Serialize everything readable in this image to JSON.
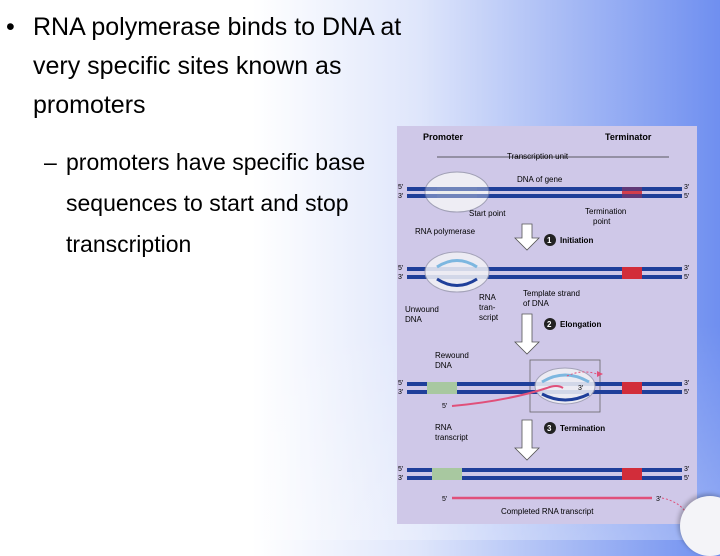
{
  "slide": {
    "bullet_main": "RNA polymerase binds to DNA at very specific sites known as promoters",
    "bullet_sub": "promoters have specific base sequences to start and stop transcription"
  },
  "figure": {
    "labels": {
      "promoter": "Promoter",
      "terminator": "Terminator",
      "transcription_unit": "Transcription unit",
      "dna_of_gene": "DNA of gene",
      "start_point": "Start point",
      "termination_point_line1": "Termination",
      "termination_point_line2": "point",
      "rna_polymerase": "RNA polymerase",
      "step1": "Initiation",
      "step2": "Elongation",
      "step3": "Termination",
      "unwound_dna_line1": "Unwound",
      "unwound_dna_line2": "DNA",
      "rna_transcript_line1": "RNA",
      "rna_transcript_line2": "tran-",
      "rna_transcript_line3": "script",
      "template_strand_line1": "Template strand",
      "template_strand_line2": "of DNA",
      "rewound_dna_line1": "Rewound",
      "rewound_dna_line2": "DNA",
      "rna_transcript2_line1": "RNA",
      "rna_transcript2_line2": "transcript",
      "completed_rna": "Completed RNA transcript",
      "five_prime": "5′",
      "three_prime": "3′",
      "num1": "1",
      "num2": "2",
      "num3": "3"
    },
    "colors": {
      "background": "#cfc8e8",
      "dna_blue": "#1f3f9a",
      "dna_light": "#7db7e0",
      "promoter_green": "#a8c8a0",
      "terminator_red": "#d22d3a",
      "rna_pink": "#e0507a"
    }
  }
}
